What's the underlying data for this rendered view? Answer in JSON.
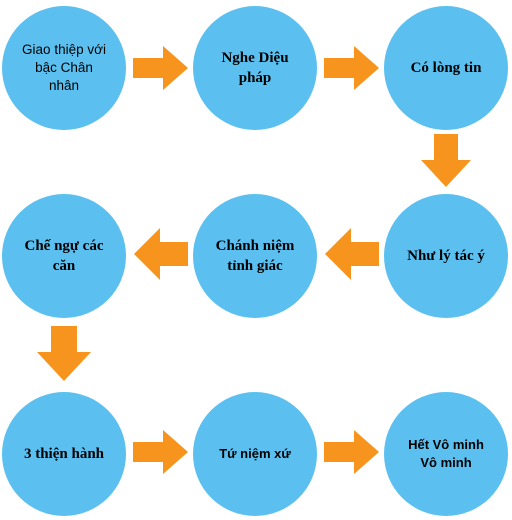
{
  "colors": {
    "node": "#5BC0F0",
    "arrow": "#F7941D"
  },
  "nodes": [
    {
      "id": "giao-thiep",
      "lines": [
        "Giao thiệp với",
        "bậc Chân",
        "nhân"
      ]
    },
    {
      "id": "nghe-dieu-phap",
      "lines": [
        "Nghe Diệu",
        "pháp"
      ]
    },
    {
      "id": "co-long-tin",
      "lines": [
        "Có lòng tin"
      ]
    },
    {
      "id": "nhu-ly-tac-y",
      "lines": [
        "Như lý tác ý"
      ]
    },
    {
      "id": "chanh-niem",
      "lines": [
        "Chánh niệm",
        "tỉnh giác"
      ]
    },
    {
      "id": "che-ngu",
      "lines": [
        "Chế ngự các",
        "căn"
      ]
    },
    {
      "id": "ba-thien-hanh",
      "lines": [
        "3 thiện hành"
      ]
    },
    {
      "id": "tu-niem-xu",
      "lines": [
        "Tứ niệm xứ"
      ]
    },
    {
      "id": "het-vo-minh",
      "lines": [
        "Hết Vô minh",
        "Vô minh"
      ]
    }
  ],
  "arrows": [
    {
      "from": "giao-thiep",
      "to": "nghe-dieu-phap",
      "direction": "right"
    },
    {
      "from": "nghe-dieu-phap",
      "to": "co-long-tin",
      "direction": "right"
    },
    {
      "from": "co-long-tin",
      "to": "nhu-ly-tac-y",
      "direction": "down"
    },
    {
      "from": "nhu-ly-tac-y",
      "to": "chanh-niem",
      "direction": "left"
    },
    {
      "from": "chanh-niem",
      "to": "che-ngu",
      "direction": "left"
    },
    {
      "from": "che-ngu",
      "to": "ba-thien-hanh",
      "direction": "down"
    },
    {
      "from": "ba-thien-hanh",
      "to": "tu-niem-xu",
      "direction": "right"
    },
    {
      "from": "tu-niem-xu",
      "to": "het-vo-minh",
      "direction": "right"
    }
  ]
}
